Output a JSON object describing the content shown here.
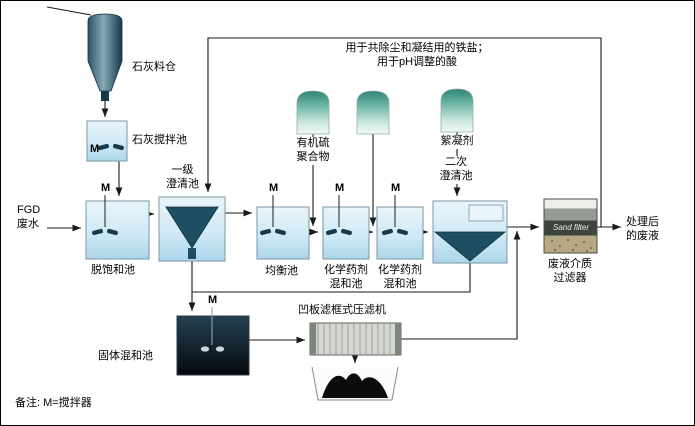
{
  "labels": {
    "feed_note": "用于共除尘和凝结用的铁盐；\n用于pH调整的酸",
    "lime_silo": "石灰料仓",
    "lime_mixing_tank": "石灰搅拌池",
    "fgd_feed": "FGD\n废水",
    "desaturation_tank": "脱饱和池",
    "primary_clarifier": "一级\n澄清池",
    "equalization_tank": "均衡池",
    "organic_sulfur_polymer": "有机硫\n聚合物",
    "chemical_mix_tank_1": "化学药剂\n混和池",
    "chemical_mix_tank_2": "化学药剂\n混和池",
    "flocculant": "絮凝剂",
    "secondary_clarifier": "二次\n澄清池",
    "media_filter": "废液介质\n过滤器",
    "sand_filter": "Sand filter",
    "treated_effluent": "处理后\n的废液",
    "solids_mixing_tank": "固体混和池",
    "filter_press": "凹板滤框式压滤机",
    "mixer": "M",
    "note": "备注: M=搅拌器"
  },
  "colors": {
    "line": "#1a1a1a",
    "tank_fill": "#cde8f4",
    "tank_border": "#7c96a4",
    "clarifier_cone": "#1d4e61",
    "silo_dark": "#16394a",
    "vessel_teal": "#2f8477",
    "solids_tank": "#0d1c27",
    "press_gray": "#d5d8d2",
    "sand_band": "#b4a983"
  }
}
